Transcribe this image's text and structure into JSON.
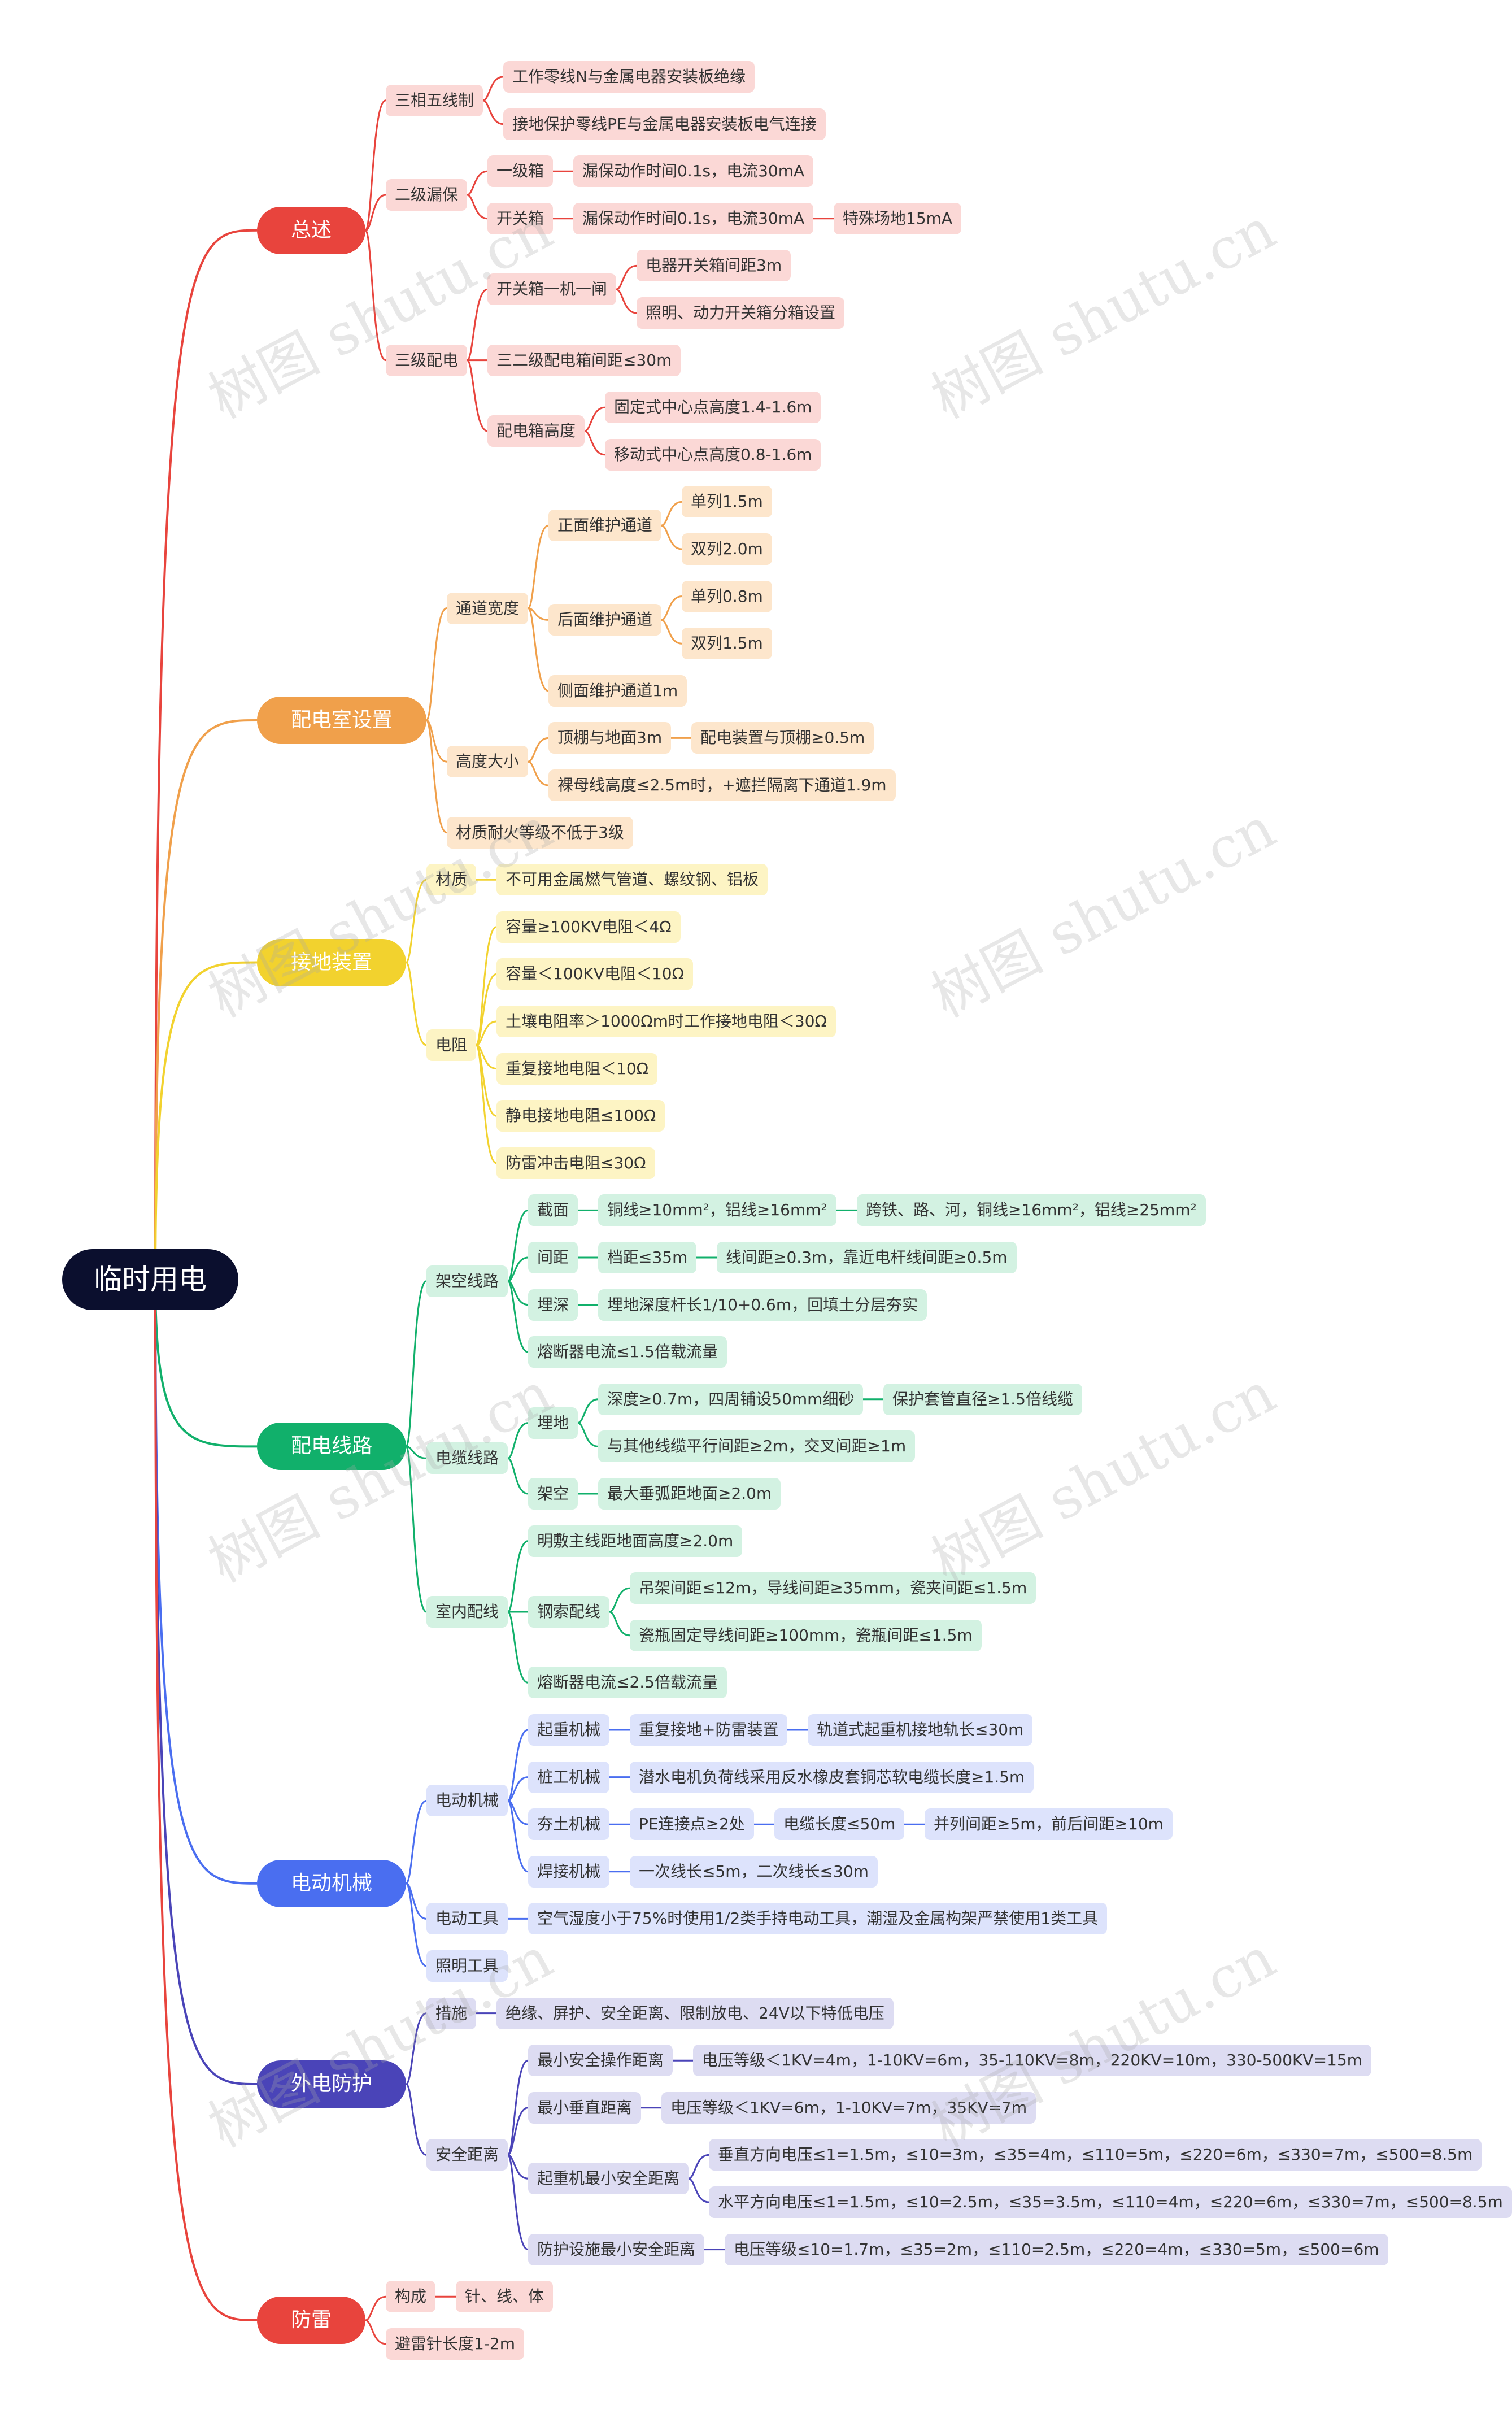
{
  "root": "临时用电",
  "watermark": "树图 shutu.cn",
  "branches": [
    {
      "label": "总述",
      "color": "#e8443d",
      "light": "#fbd8d6",
      "children": [
        {
          "label": "三相五线制",
          "children": [
            {
              "label": "工作零线N与金属电器安装板绝缘"
            },
            {
              "label": "接地保护零线PE与金属电器安装板电气连接"
            }
          ]
        },
        {
          "label": "二级漏保",
          "children": [
            {
              "label": "一级箱",
              "children": [
                {
                  "label": "漏保动作时间0.1s，电流30mA"
                }
              ]
            },
            {
              "label": "开关箱",
              "children": [
                {
                  "label": "漏保动作时间0.1s，电流30mA",
                  "children": [
                    {
                      "label": "特殊场地15mA"
                    }
                  ]
                }
              ]
            }
          ]
        },
        {
          "label": "三级配电",
          "children": [
            {
              "label": "开关箱一机一闸",
              "children": [
                {
                  "label": "电器开关箱间距3m"
                },
                {
                  "label": "照明、动力开关箱分箱设置"
                }
              ]
            },
            {
              "label": "三二级配电箱间距≤30m"
            },
            {
              "label": "配电箱高度",
              "children": [
                {
                  "label": "固定式中心点高度1.4-1.6m"
                },
                {
                  "label": "移动式中心点高度0.8-1.6m"
                }
              ]
            }
          ]
        }
      ]
    },
    {
      "label": "配电室设置",
      "color": "#f0a04b",
      "light": "#fde6cc",
      "children": [
        {
          "label": "通道宽度",
          "children": [
            {
              "label": "正面维护通道",
              "children": [
                {
                  "label": "单列1.5m"
                },
                {
                  "label": "双列2.0m"
                }
              ]
            },
            {
              "label": "后面维护通道",
              "children": [
                {
                  "label": "单列0.8m"
                },
                {
                  "label": "双列1.5m"
                }
              ]
            },
            {
              "label": "侧面维护通道1m"
            }
          ]
        },
        {
          "label": "高度大小",
          "children": [
            {
              "label": "顶棚与地面3m",
              "children": [
                {
                  "label": "配电装置与顶棚≥0.5m"
                }
              ]
            },
            {
              "label": "裸母线高度≤2.5m时，+遮拦隔离下通道1.9m"
            }
          ]
        },
        {
          "label": "材质耐火等级不低于3级"
        }
      ]
    },
    {
      "label": "接地装置",
      "color": "#f2d22e",
      "light": "#fdf4c4",
      "children": [
        {
          "label": "材质",
          "children": [
            {
              "label": "不可用金属燃气管道、螺纹钢、铝板"
            }
          ]
        },
        {
          "label": "电阻",
          "children": [
            {
              "label": "容量≥100KV电阻＜4Ω"
            },
            {
              "label": "容量＜100KV电阻＜10Ω"
            },
            {
              "label": "土壤电阻率＞1000Ωm时工作接地电阻＜30Ω"
            },
            {
              "label": "重复接地电阻＜10Ω"
            },
            {
              "label": "静电接地电阻≤100Ω"
            },
            {
              "label": "防雷冲击电阻≤30Ω"
            }
          ]
        }
      ]
    },
    {
      "label": "配电线路",
      "color": "#11b06b",
      "light": "#d3f2e2",
      "children": [
        {
          "label": "架空线路",
          "children": [
            {
              "label": "截面",
              "children": [
                {
                  "label": "铜线≥10mm²，铝线≥16mm²",
                  "children": [
                    {
                      "label": "跨铁、路、河，铜线≥16mm²，铝线≥25mm²"
                    }
                  ]
                }
              ]
            },
            {
              "label": "间距",
              "children": [
                {
                  "label": "档距≤35m",
                  "children": [
                    {
                      "label": "线间距≥0.3m，靠近电杆线间距≥0.5m"
                    }
                  ]
                }
              ]
            },
            {
              "label": "埋深",
              "children": [
                {
                  "label": "埋地深度杆长1/10+0.6m，回填土分层夯实"
                }
              ]
            },
            {
              "label": "熔断器电流≤1.5倍载流量"
            }
          ]
        },
        {
          "label": "电缆线路",
          "children": [
            {
              "label": "埋地",
              "children": [
                {
                  "label": "深度≥0.7m，四周铺设50mm细砂",
                  "children": [
                    {
                      "label": "保护套管直径≥1.5倍线缆"
                    }
                  ]
                },
                {
                  "label": "与其他线缆平行间距≥2m，交叉间距≥1m"
                }
              ]
            },
            {
              "label": "架空",
              "children": [
                {
                  "label": "最大垂弧距地面≥2.0m"
                }
              ]
            }
          ]
        },
        {
          "label": "室内配线",
          "children": [
            {
              "label": "明敷主线距地面高度≥2.0m"
            },
            {
              "label": "钢索配线",
              "children": [
                {
                  "label": "吊架间距≤12m，导线间距≥35mm，瓷夹间距≤1.5m"
                },
                {
                  "label": "瓷瓶固定导线间距≥100mm，瓷瓶间距≤1.5m"
                }
              ]
            },
            {
              "label": "熔断器电流≤2.5倍载流量"
            }
          ]
        }
      ]
    },
    {
      "label": "电动机械",
      "color": "#4a6ef0",
      "light": "#dde3fc",
      "children": [
        {
          "label": "电动机械",
          "children": [
            {
              "label": "起重机械",
              "children": [
                {
                  "label": "重复接地+防雷装置",
                  "children": [
                    {
                      "label": "轨道式起重机接地轨长≤30m"
                    }
                  ]
                }
              ]
            },
            {
              "label": "桩工机械",
              "children": [
                {
                  "label": "潜水电机负荷线采用反水橡皮套铜芯软电缆长度≥1.5m"
                }
              ]
            },
            {
              "label": "夯土机械",
              "children": [
                {
                  "label": "PE连接点≥2处",
                  "children": [
                    {
                      "label": "电缆长度≤50m",
                      "children": [
                        {
                          "label": "并列间距≥5m，前后间距≥10m"
                        }
                      ]
                    }
                  ]
                }
              ]
            },
            {
              "label": "焊接机械",
              "children": [
                {
                  "label": "一次线长≤5m，二次线长≤30m"
                }
              ]
            }
          ]
        },
        {
          "label": "电动工具",
          "children": [
            {
              "label": "空气湿度小于75%时使用1/2类手持电动工具，潮湿及金属构架严禁使用1类工具"
            }
          ]
        },
        {
          "label": "照明工具"
        }
      ]
    },
    {
      "label": "外电防护",
      "color": "#4a44b8",
      "light": "#dddcf2",
      "children": [
        {
          "label": "措施",
          "children": [
            {
              "label": "绝缘、屏护、安全距离、限制放电、24V以下特低电压"
            }
          ]
        },
        {
          "label": "安全距离",
          "children": [
            {
              "label": "最小安全操作距离",
              "children": [
                {
                  "label": "电压等级＜1KV=4m，1-10KV=6m，35-110KV=8m，220KV=10m，330-500KV=15m"
                }
              ]
            },
            {
              "label": "最小垂直距离",
              "children": [
                {
                  "label": "电压等级＜1KV=6m，1-10KV=7m，35KV=7m"
                }
              ]
            },
            {
              "label": "起重机最小安全距离",
              "children": [
                {
                  "label": "垂直方向电压≤1=1.5m，≤10=3m，≤35=4m，≤110=5m，≤220=6m，≤330=7m，≤500=8.5m"
                },
                {
                  "label": "水平方向电压≤1=1.5m，≤10=2.5m，≤35=3.5m，≤110=4m，≤220=6m，≤330=7m，≤500=8.5m"
                }
              ]
            },
            {
              "label": "防护设施最小安全距离",
              "children": [
                {
                  "label": "电压等级≤10=1.7m，≤35=2m，≤110=2.5m，≤220=4m，≤330=5m，≤500=6m"
                }
              ]
            }
          ]
        }
      ]
    },
    {
      "label": "防雷",
      "color": "#e8443d",
      "light": "#fbd8d6",
      "children": [
        {
          "label": "构成",
          "children": [
            {
              "label": "针、线、体"
            }
          ]
        },
        {
          "label": "避雷针长度1-2m"
        }
      ]
    }
  ]
}
